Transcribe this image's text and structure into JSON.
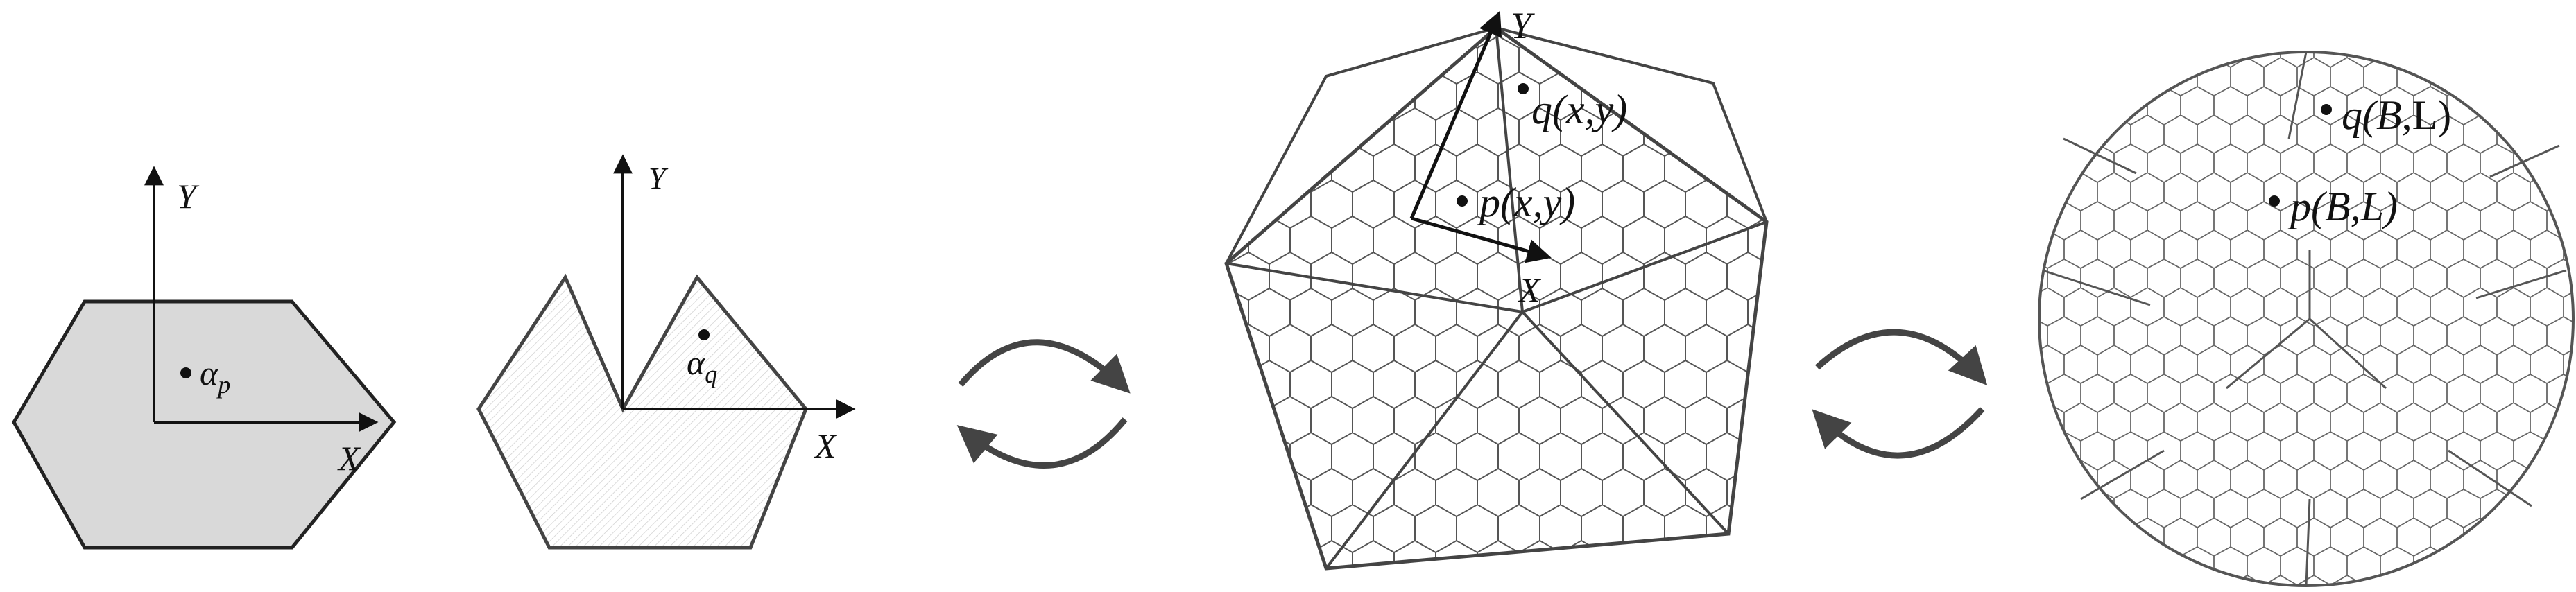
{
  "panel_hexagon": {
    "axis_x": "X",
    "axis_y": "Y",
    "point_symbol": "α",
    "point_subscript": "p",
    "fill_color": "#d9d9d9"
  },
  "panel_unfolded": {
    "axis_x": "X",
    "axis_y": "Y",
    "point_symbol": "α",
    "point_subscript": "q"
  },
  "panel_polyhedron": {
    "axis_x": "X",
    "axis_y": "Y",
    "point_q": "q(x,y)",
    "point_p": "p(x,y)"
  },
  "panel_sphere": {
    "point_q_prefix": "q(",
    "point_q_B": "B",
    "point_q_suffix": ",L)",
    "point_p": "p(B,L)"
  },
  "arrows": {
    "cycle_1": "transform-arrows",
    "cycle_2": "transform-arrows",
    "color": "#444444"
  }
}
